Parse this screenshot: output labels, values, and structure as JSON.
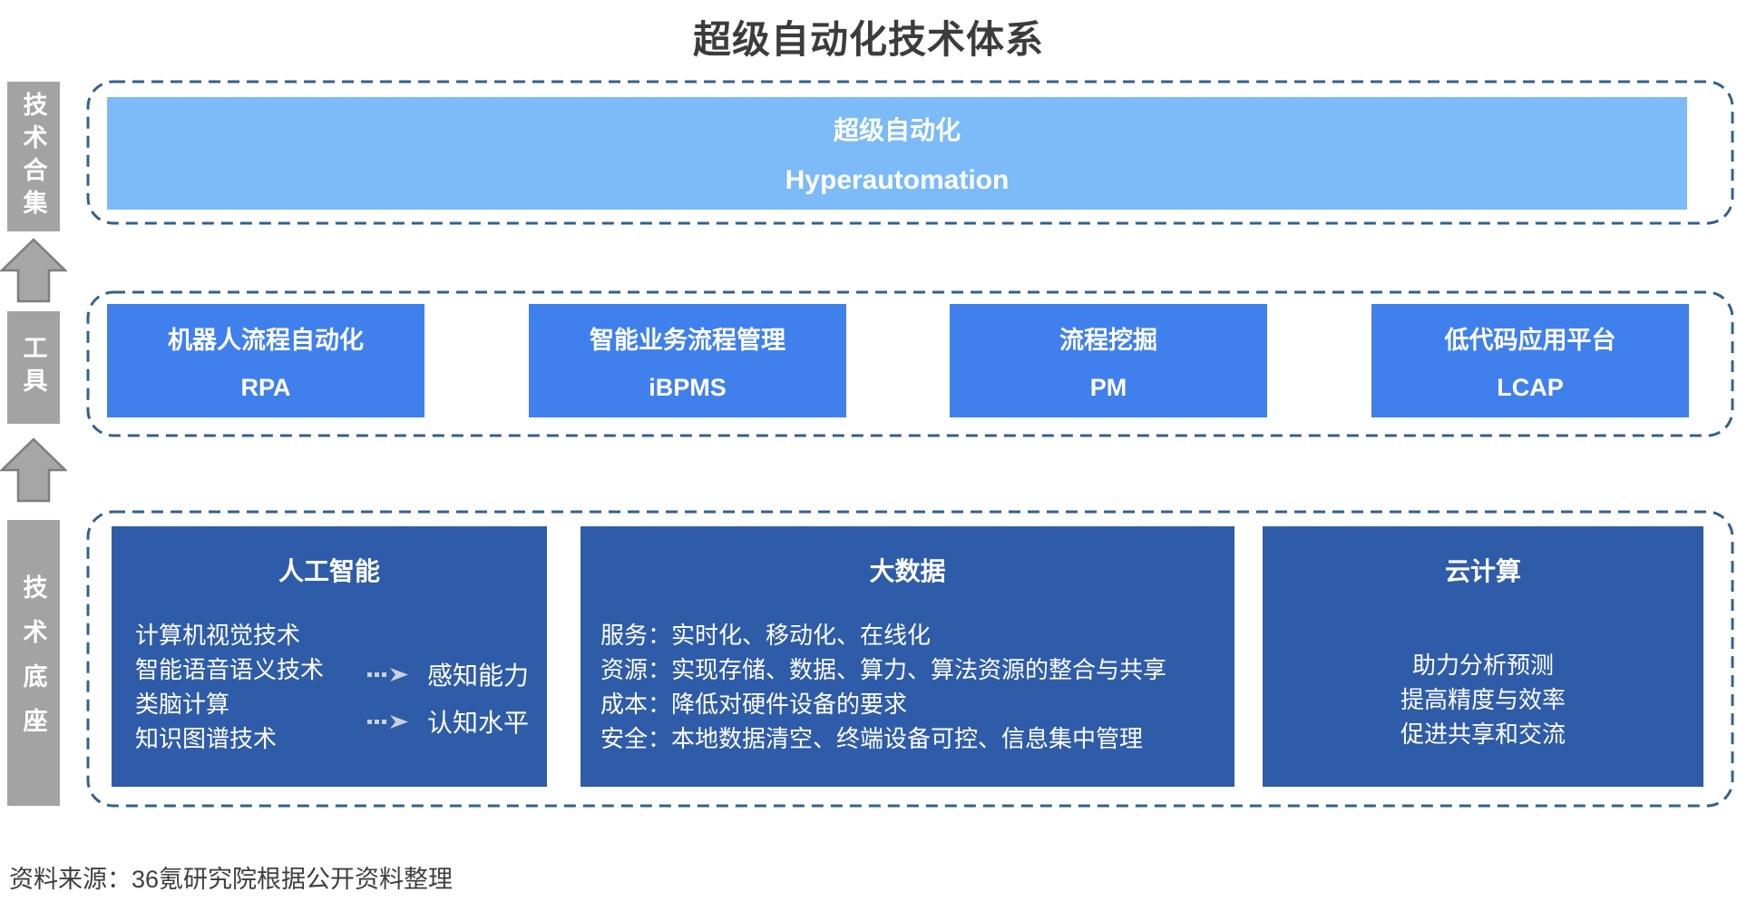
{
  "title": "超级自动化技术体系",
  "sidebar": {
    "labels": [
      "技术合集",
      "工具",
      "技术底座"
    ]
  },
  "tier1": {
    "name_cn": "超级自动化",
    "name_en": "Hyperautomation"
  },
  "tier2": {
    "tools": [
      {
        "cn": "机器人流程自动化",
        "en": "RPA"
      },
      {
        "cn": "智能业务流程管理",
        "en": "iBPMS"
      },
      {
        "cn": "流程挖掘",
        "en": "PM"
      },
      {
        "cn": "低代码应用平台",
        "en": "LCAP"
      }
    ]
  },
  "tier3": {
    "ai": {
      "title": "人工智能",
      "items": [
        "计算机视觉技术",
        "智能语音语义技术",
        "类脑计算",
        "知识图谱技术"
      ],
      "capabilities": [
        "感知能力",
        "认知水平"
      ]
    },
    "bigdata": {
      "title": "大数据",
      "items": [
        "服务：实时化、移动化、在线化",
        "资源：实现存储、数据、算力、算法资源的整合与共享",
        "成本：降低对硬件设备的要求",
        "安全：本地数据清空、终端设备可控、信息集中管理"
      ]
    },
    "cloud": {
      "title": "云计算",
      "items": [
        "助力分析预测",
        "提高精度与效率",
        "促进共享和交流"
      ]
    }
  },
  "source": "资料来源：36氪研究院根据公开资料整理",
  "colors": {
    "collection_box": "#7cbaf8",
    "tool_box": "#4080ec",
    "base_box": "#2f5ca8",
    "label_bg": "#a3a3a3",
    "dashed_border": "#33618e",
    "title_text": "#3c3c3c",
    "arrow_gray": "#a6a6a6"
  }
}
